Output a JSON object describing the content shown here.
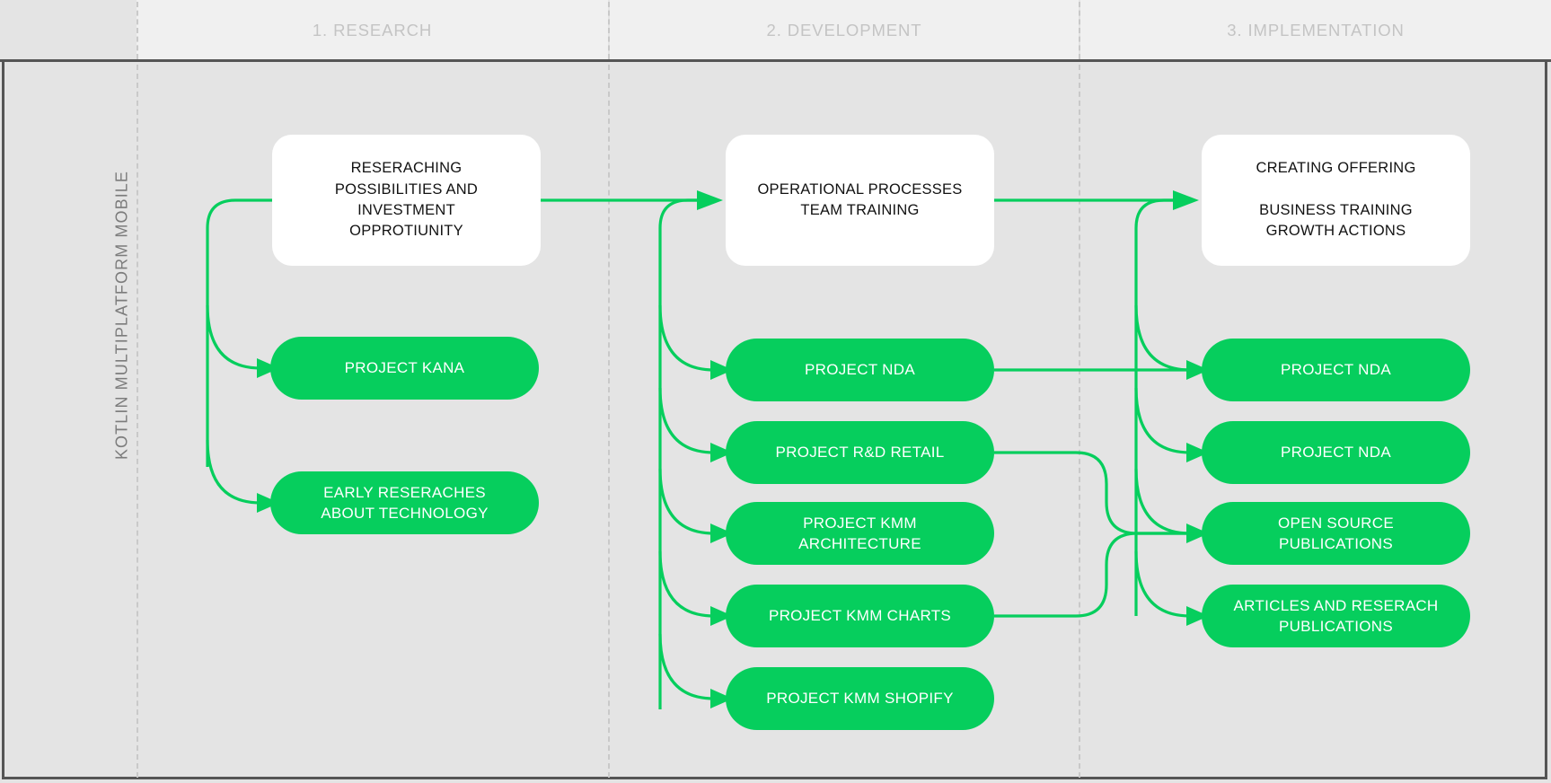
{
  "diagram": {
    "side_label": "KOTLIN MULTIPLATFORM MOBILE",
    "accent_color": "#06ce5d",
    "card_color": "#ffffff",
    "board_color": "#e4e4e4",
    "header_color": "#f0f0f0",
    "header_text_color": "#c4c4c4"
  },
  "columns": [
    {
      "label": "1. RESEARCH"
    },
    {
      "label": "2. DEVELOPMENT"
    },
    {
      "label": "3. IMPLEMENTATION"
    }
  ],
  "cards": [
    {
      "text": "RESERACHING\nPOSSIBILITIES AND\nINVESTMENT\nOPPROTIUNITY"
    },
    {
      "text": "OPERATIONAL PROCESSES\nTEAM TRAINING"
    },
    {
      "text": "CREATING OFFERING\n\nBUSINESS TRAINING\nGROWTH ACTIONS"
    }
  ],
  "pills": {
    "research": [
      {
        "text": "PROJECT KANA"
      },
      {
        "text": "EARLY RESERACHES\nABOUT TECHNOLOGY"
      }
    ],
    "development": [
      {
        "text": "PROJECT NDA"
      },
      {
        "text": "PROJECT R&D RETAIL"
      },
      {
        "text": "PROJECT KMM\nARCHITECTURE"
      },
      {
        "text": "PROJECT KMM CHARTS"
      },
      {
        "text": "PROJECT KMM SHOPIFY"
      }
    ],
    "implementation": [
      {
        "text": "PROJECT NDA"
      },
      {
        "text": "PROJECT NDA"
      },
      {
        "text": "OPEN SOURCE\nPUBLICATIONS"
      },
      {
        "text": "ARTICLES AND RESERACH\nPUBLICATIONS"
      }
    ]
  }
}
